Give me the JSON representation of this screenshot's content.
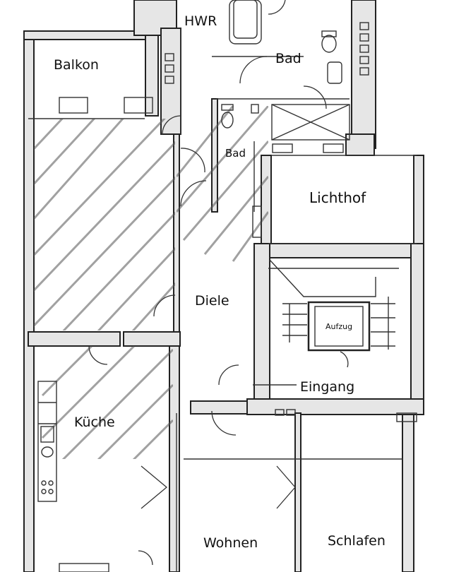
{
  "rooms": {
    "hwr": "HWR",
    "bad_top": "Bad",
    "balkon": "Balkon",
    "bad_small": "Bad",
    "lichthof": "Lichthof",
    "diele": "Diele",
    "aufzug": "Aufzug",
    "eingang": "Eingang",
    "kueche": "Küche",
    "wohnen": "Wohnen",
    "schlafen": "Schlafen"
  }
}
